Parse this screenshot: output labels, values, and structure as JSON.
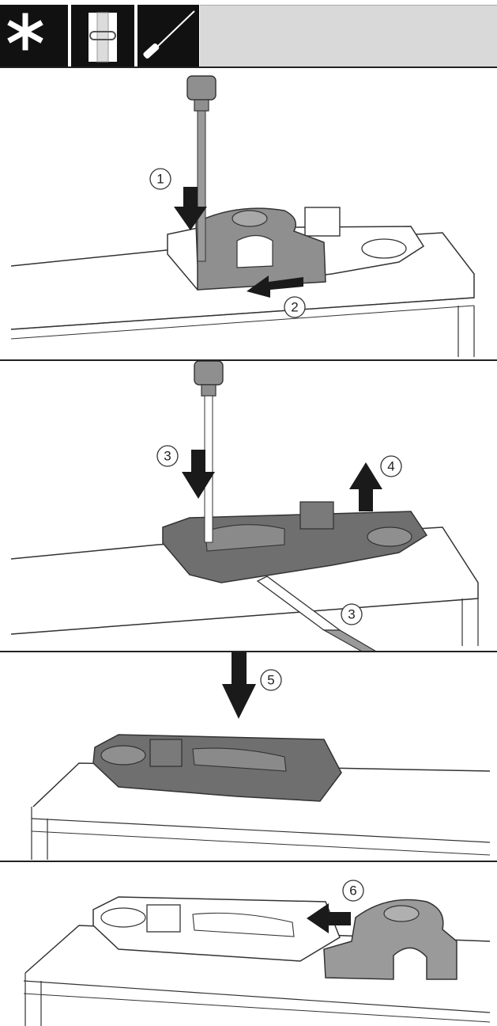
{
  "toolbar": {
    "icons": [
      "asterisk-icon",
      "hinge-clip-icon",
      "screwdriver-icon"
    ]
  },
  "panels": [
    {
      "name": "step-panel-1",
      "steps": [
        "1",
        "2"
      ]
    },
    {
      "name": "step-panel-2",
      "steps": [
        "3",
        "4",
        "3"
      ]
    },
    {
      "name": "step-panel-3",
      "steps": [
        "5"
      ]
    },
    {
      "name": "step-panel-4",
      "steps": [
        "6"
      ]
    }
  ],
  "colors": {
    "part_grey": "#8f8f8f",
    "part_dark": "#6f6f6f",
    "line": "#333333",
    "arrow": "#1a1a1a"
  }
}
